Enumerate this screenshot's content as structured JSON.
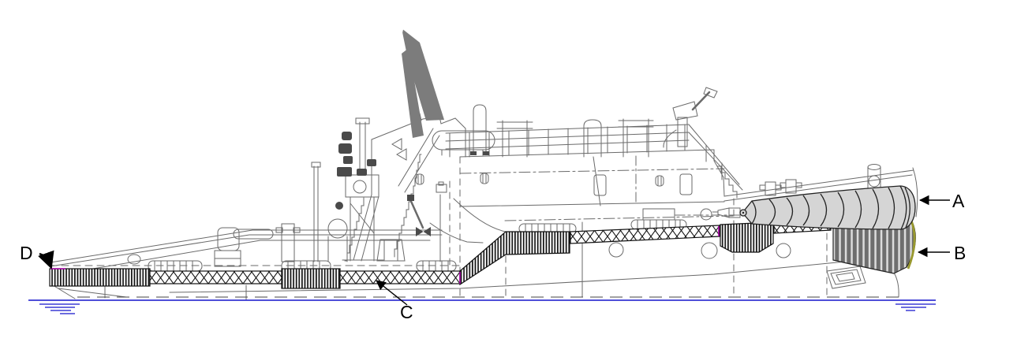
{
  "figure": {
    "type": "vessel-side-elevation-drawing",
    "annotations": {
      "a": "A",
      "b": "B",
      "c": "C",
      "d": "D"
    },
    "annotation_targets": {
      "a": "bow-cylindrical-fender",
      "b": "bow-vertical-slat-fender",
      "c": "hull-rubbing-strake-hatched-band",
      "d": "stern-fender-band"
    },
    "colors": {
      "line_gray": "#6a6a6a",
      "dark_fitting_gray": "#4a4a4a",
      "fender_outline_black": "#111111",
      "funnel_gray": "#7c7c7c",
      "fender_light_gray": "#d5d5d5",
      "slat_dark_gray": "#6e6e6e",
      "water_blue": "#1515cc",
      "magenta_mark": "#aa00aa",
      "olive_mark": "#99992e",
      "background": "#ffffff"
    }
  }
}
